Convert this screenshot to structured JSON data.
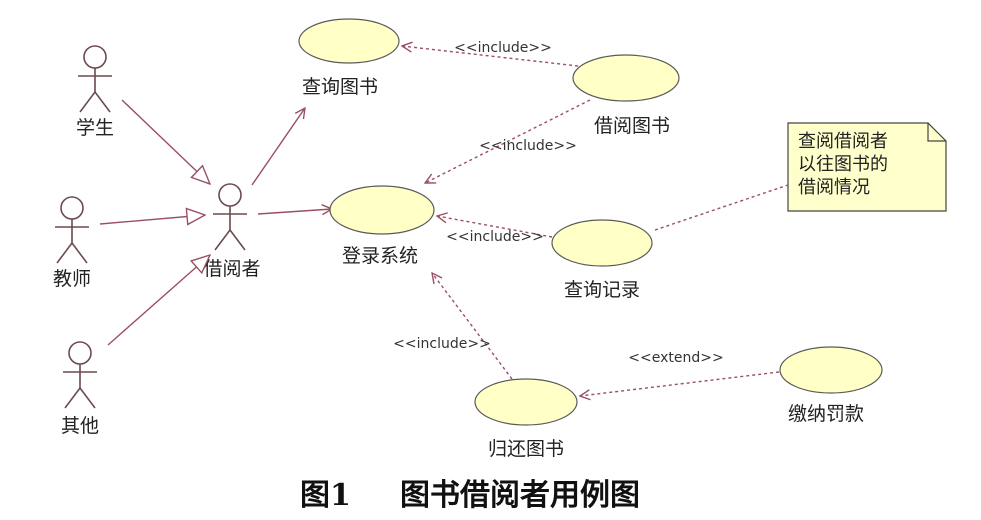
{
  "actors": {
    "student": "学生",
    "teacher": "教师",
    "other": "其他",
    "borrower": "借阅者"
  },
  "use_cases": {
    "query_books": "查询图书",
    "borrow_books": "借阅图书",
    "login_system": "登录系统",
    "query_records": "查询记录",
    "return_books": "归还图书",
    "pay_fine": "缴纳罚款"
  },
  "stereotypes": {
    "include": "<<include>>",
    "extend": "<<extend>>"
  },
  "note": {
    "line1": "查阅借阅者",
    "line2": "以往图书的",
    "line3": "借阅情况"
  },
  "caption": {
    "figure_label": "图1",
    "title": "图书借阅者用例图"
  },
  "colors": {
    "use_case_fill": "#ffffc6",
    "note_fill": "#ffffcc",
    "connector": "#9a4f63",
    "actor": "#6b4a4e"
  }
}
